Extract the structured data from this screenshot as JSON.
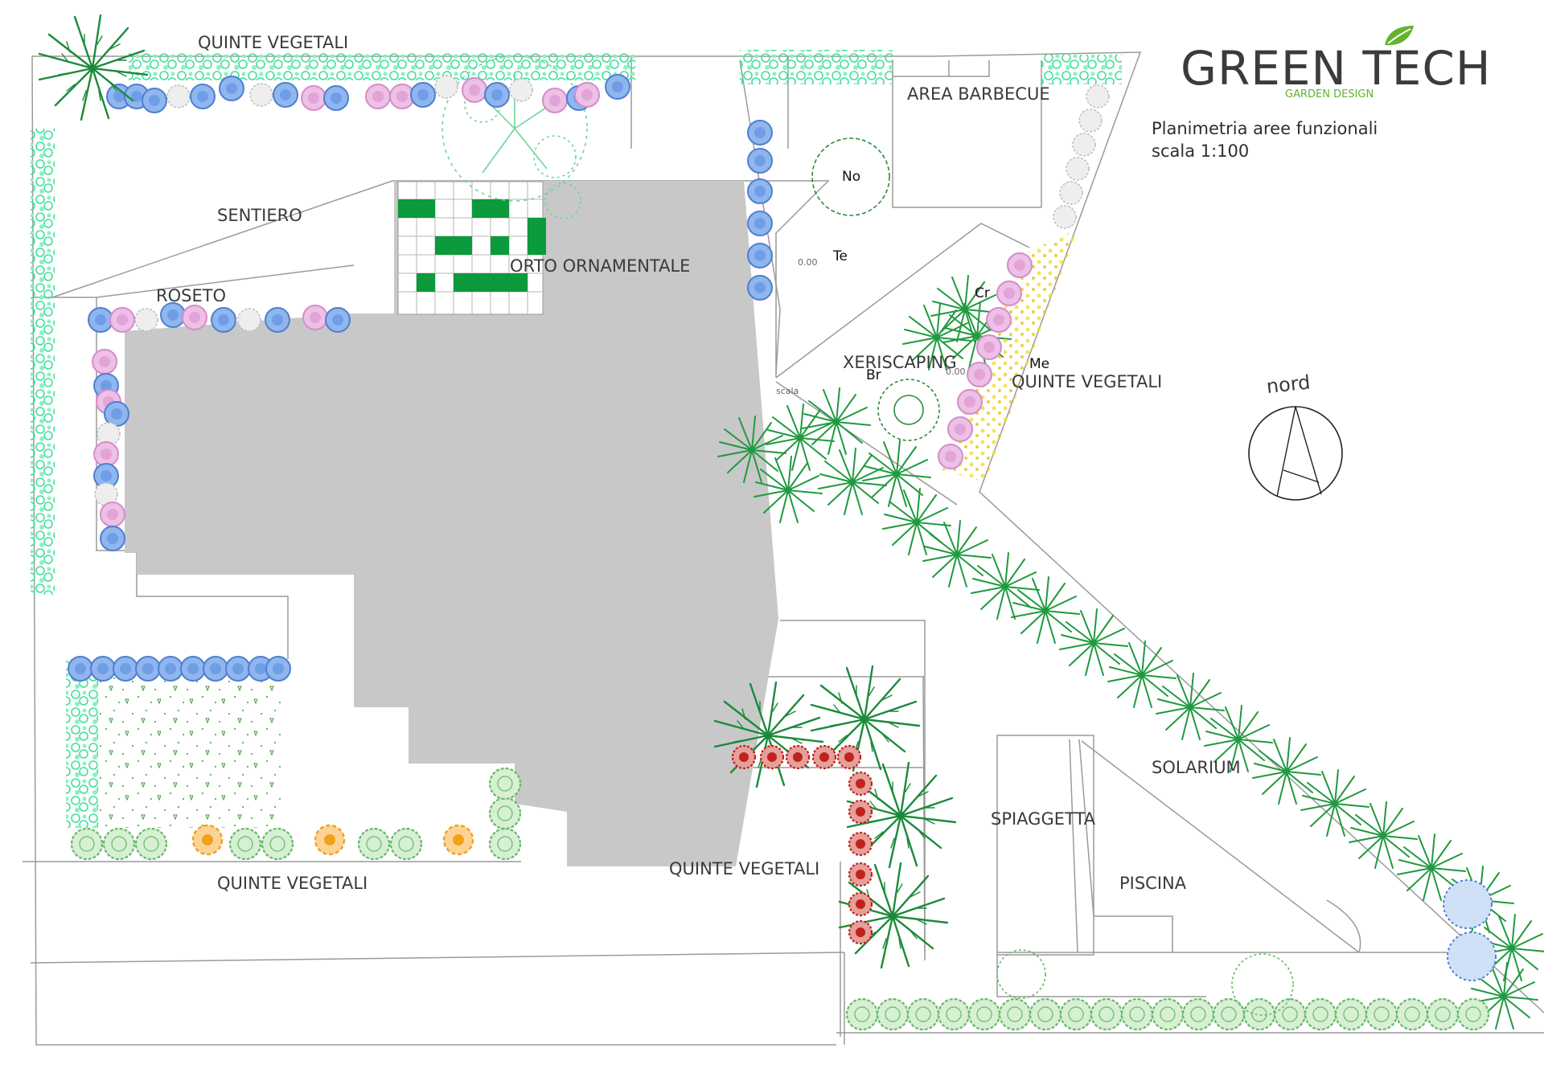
{
  "brand": {
    "name": "GREEN TECH",
    "subtitle": "GARDEN DESIGN",
    "accent_color": "#63b32e"
  },
  "caption": {
    "title": "Planimetria aree funzionali",
    "scale": "scala 1:100"
  },
  "labels": {
    "quinte_top": "QUINTE VEGETALI",
    "sentiero": "SENTIERO",
    "roseto": "ROSETO",
    "orto": "ORTO ORNAMENTALE",
    "barbecue": "AREA BARBECUE",
    "xeriscaping": "XERISCAPING",
    "quinte_right": "QUINTE VEGETALI",
    "solarium": "SOLARIUM",
    "spiaggetta": "SPIAGGETTA",
    "piscina": "PISCINA",
    "quinte_bottom_left": "QUINTE VEGETALI",
    "quinte_bottom_mid": "QUINTE VEGETALI",
    "nord": "nord"
  },
  "plant_codes": {
    "no": "No",
    "te": "Te",
    "cr": "Cr",
    "br": "Br",
    "me": "Me"
  },
  "level_marks": {
    "a": "0.00",
    "b": "0.00"
  },
  "annotation": "scala",
  "colors": {
    "building": "#c8c8c8",
    "vegetable_beds": "#0b9a3c",
    "hedge_light": "#3fe09a",
    "shrub_blue": "#6f9ee6",
    "shrub_pink": "#e2a3d8",
    "shrub_green": "#67b96a",
    "palm": "#1a8a3a",
    "red_shrub": "#c0221c",
    "orange_shrub": "#f2a11c",
    "yellow_flower": "#f2de3c"
  }
}
